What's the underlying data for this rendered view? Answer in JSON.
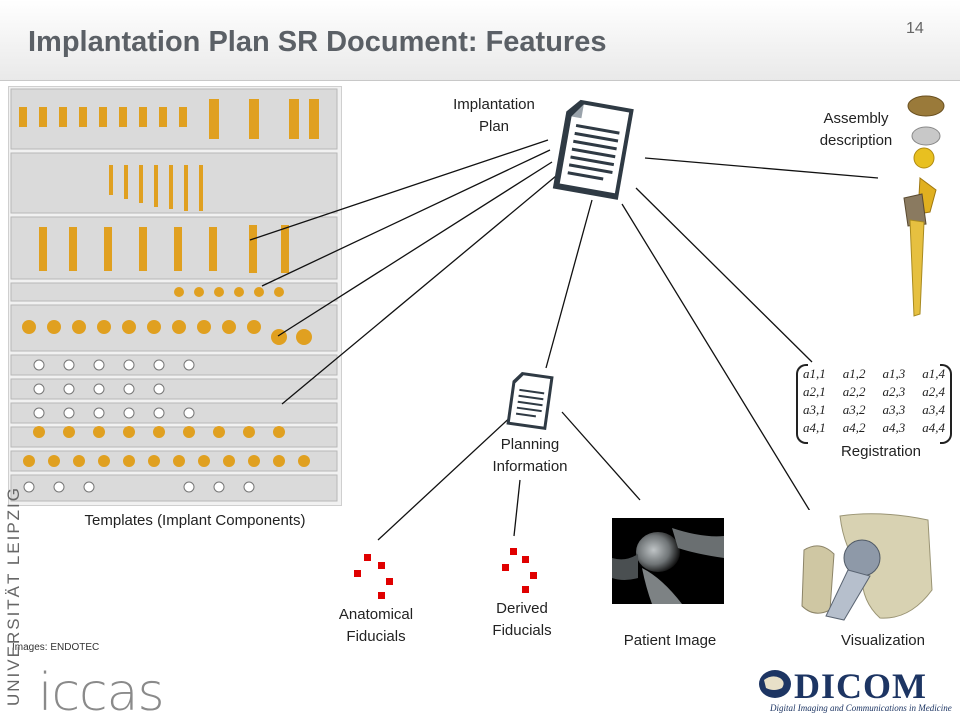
{
  "slide": {
    "title": "Implantation Plan SR Document: Features",
    "page_number": "14",
    "image_credit": "Images: ENDOTEC"
  },
  "nodes": {
    "implantation_plan": "Implantation\nPlan",
    "assembly": "Assembly\ndescription",
    "planning_info": "Planning\nInformation",
    "registration": "Registration",
    "templates": "Templates (Implant Components)",
    "anatomical": "Anatomical\nFiducials",
    "derived": "Derived\nFiducials",
    "patient_image": "Patient Image",
    "visualization": "Visualization"
  },
  "logos": {
    "university": "UNIVERSITÄT LEIPZIG",
    "iccas": "iccas",
    "dicom": "DICOM",
    "dicom_tagline": "Digital Imaging and Communications in Medicine"
  },
  "matrix": {
    "rows": [
      [
        "a1,1",
        "a1,2",
        "a1,3",
        "a1,4"
      ],
      [
        "a2,1",
        "a2,2",
        "a2,3",
        "a2,4"
      ],
      [
        "a3,1",
        "a3,2",
        "a3,3",
        "a3,4"
      ],
      [
        "a4,1",
        "a4,2",
        "a4,3",
        "a4,4"
      ]
    ]
  },
  "colors": {
    "title": "#5b6066",
    "fiducial": "#e00000",
    "dicom_blue": "#1d3563",
    "implant_gold": "#e0b020"
  }
}
